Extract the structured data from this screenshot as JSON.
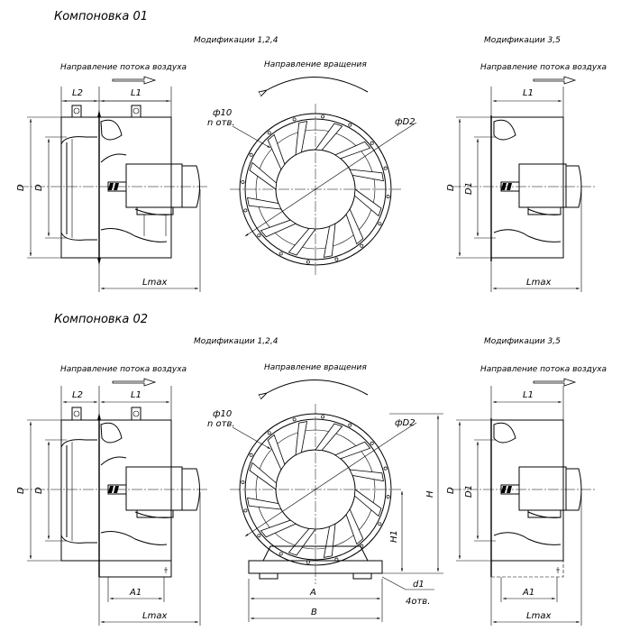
{
  "layouts": [
    {
      "title": "Компоновка 01",
      "mod_left": "Модификации 1,2,4",
      "mod_right": "Модификации 3,5",
      "flow_label": "Направление потока воздуха",
      "rotation_label": "Направление вращения",
      "dim": {
        "L1": "L1",
        "L2": "L2",
        "D": "D",
        "D1": "D1",
        "Lmax": "Lmax",
        "phi10": "ф10",
        "n_holes": "n отв.",
        "phiD2": "фD2"
      }
    },
    {
      "title": "Компоновка 02",
      "mod_left": "Модификации 1,2,4",
      "mod_right": "Модификации 3,5",
      "flow_label": "Направление потока воздуха",
      "rotation_label": "Направление вращения",
      "dim": {
        "L1": "L1",
        "L2": "L2",
        "D": "D",
        "D1": "D1",
        "Lmax": "Lmax",
        "phi10": "ф10",
        "n_holes": "n отв.",
        "phiD2": "фD2",
        "A1": "A1",
        "A": "A",
        "B": "B",
        "H": "H",
        "H1": "H1",
        "d1": "d1",
        "holes4": "4отв."
      }
    }
  ]
}
